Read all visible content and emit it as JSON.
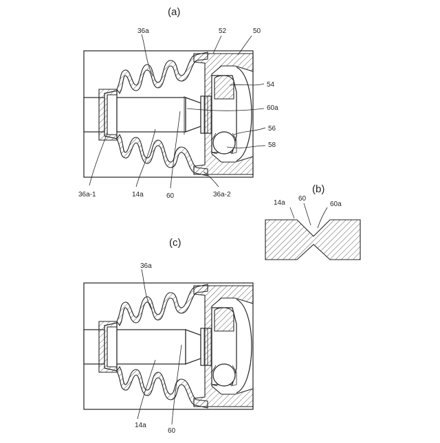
{
  "figures": {
    "a": {
      "label": "(a)",
      "refs": {
        "r36a": "36a",
        "r52": "52",
        "r50": "50",
        "r54": "54",
        "r60a": "60a",
        "r56": "56",
        "r58": "58",
        "r36a1": "36a-1",
        "r14a": "14a",
        "r60": "60",
        "r36a2": "36a-2"
      }
    },
    "b": {
      "label": "(b)",
      "refs": {
        "r14a": "14a",
        "r60": "60",
        "r60a": "60a"
      }
    },
    "c": {
      "label": "(c)",
      "refs": {
        "r36a": "36a",
        "r14a": "14a",
        "r60": "60"
      }
    }
  }
}
